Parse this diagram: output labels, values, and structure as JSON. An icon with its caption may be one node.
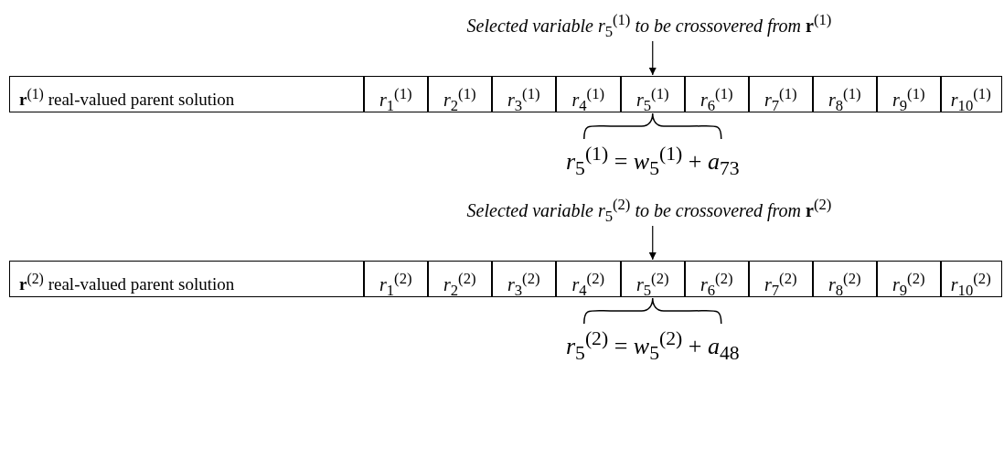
{
  "diagram": {
    "nodes": [
      {
        "text": [
          "*Selected variable r*$_{5}$$^{(1)}$ *to be crossovered from* **r**$^{(1)}$"
        ]
      },
      {
        "text": [
          "**r**$^{(1)}$ real-valued parent solution"
        ]
      },
      {
        "text": [
          "*r*$_{1}$$^{(1)}$"
        ]
      },
      {
        "text": [
          "*r*$_{2}$$^{(1)}$"
        ]
      },
      {
        "text": [
          "*r*$_{3}$$^{(1)}$"
        ]
      },
      {
        "text": [
          "*r*$_{4}$$^{(1)}$"
        ]
      },
      {
        "text": [
          "*r*$_{5}$$^{(1)}$"
        ],
        "beside": [
          "*r*$_{5}$$^{(1)}$ = *w*$_{5}$$^{(1)}$ + *a*$_{73}$"
        ]
      },
      {
        "text": [
          "*r*$_{6}$$^{(1)}$"
        ]
      },
      {
        "text": [
          "*r*$_{7}$$^{(1)}$"
        ]
      },
      {
        "text": [
          "*r*$_{8}$$^{(1)}$"
        ]
      },
      {
        "text": [
          "*r*$_{9}$$^{(1)}$"
        ]
      },
      {
        "text": [
          "*r*$_{10}$$^{(1)}$"
        ]
      },
      {
        "text": [
          "*Selected variable r*$_{5}$$^{(2)}$ *to be crossovered from* **r**$^{(2)}$"
        ]
      },
      {
        "text": [
          "**r**$^{(2)}$ real-valued parent solution"
        ]
      },
      {
        "text": [
          "*r*$_{1}$$^{(2)}$"
        ]
      },
      {
        "text": [
          "*r*$_{2}$$^{(2)}$"
        ]
      },
      {
        "text": [
          "*r*$_{3}$$^{(2)}$"
        ]
      },
      {
        "text": [
          "*r*$_{4}$$^{(2)}$"
        ]
      },
      {
        "text": [
          "*r*$_{5}$$^{(2)}$"
        ],
        "beside": [
          "*r*$_{5}$$^{(2)}$ = *w*$_{5}$$^{(2)}$ + *a*$_{48}$"
        ]
      },
      {
        "text": [
          "*r*$_{6}$$^{(2)}$"
        ]
      },
      {
        "text": [
          "*r*$_{7}$$^{(2)}$"
        ]
      },
      {
        "text": [
          "*r*$_{8}$$^{(2)}$"
        ]
      },
      {
        "text": [
          "*r*$_{9}$$^{(2)}$"
        ]
      },
      {
        "text": [
          "*r*$_{10}$$^{(2)}$"
        ]
      }
    ],
    "edges": [
      {
        "from": 0,
        "to": 6,
        "arrow": "to"
      },
      {
        "from": 12,
        "to": 18,
        "arrow": "to"
      }
    ]
  }
}
